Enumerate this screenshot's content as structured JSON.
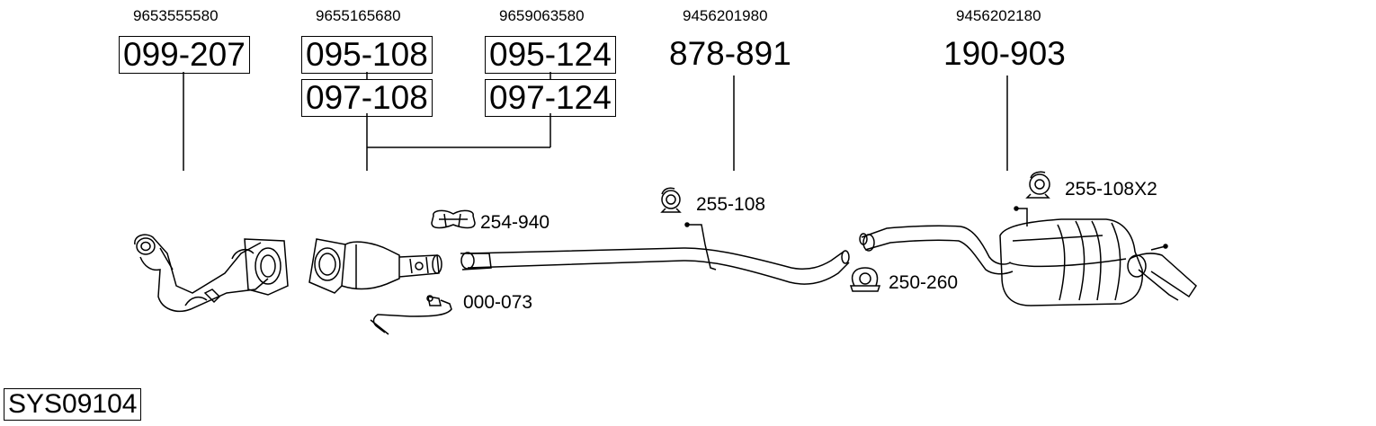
{
  "oe_numbers": [
    "9653555580",
    "9655165680",
    "9659063580",
    "9456201980",
    "9456202180"
  ],
  "part_numbers": {
    "catalyst_front": "099-207",
    "dpf_1": "095-108",
    "dpf_2": "097-108",
    "dpf_3": "095-124",
    "dpf_4": "097-124",
    "middle_pipe": "878-891",
    "rear_silencer": "190-903"
  },
  "accessories": {
    "clamp": "254-940",
    "mount_middle": "255-108",
    "sensor": "000-073",
    "clamp_rear": "250-260",
    "mount_rear": "255-108X2"
  },
  "system_code": "SYS09104"
}
